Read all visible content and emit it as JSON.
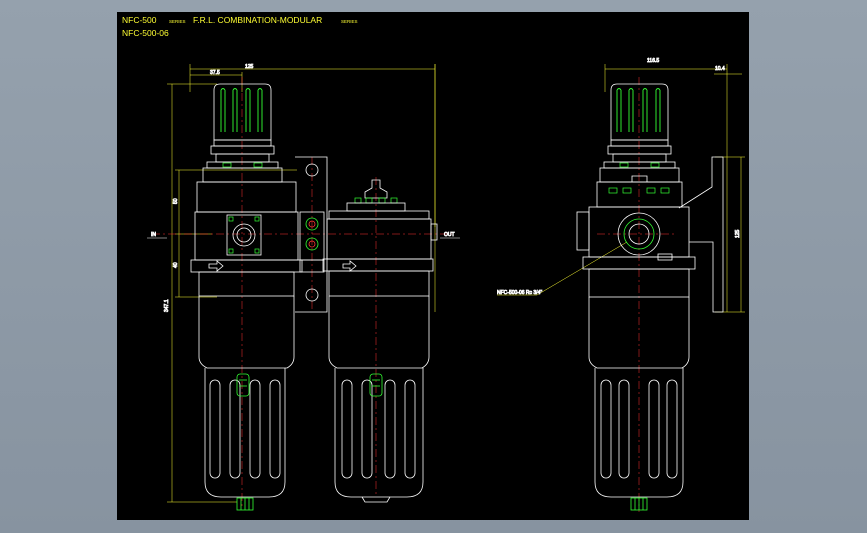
{
  "title": {
    "model": "NFC-500",
    "series_suffix": "SERIES",
    "name": "F.R.L.  COMBINATION-MODULAR",
    "series_suffix2": "SERIES",
    "part": "NFC-500-06"
  },
  "dimensions": {
    "overall_width": "125",
    "inlet_offset": "37.5",
    "side_width": "116.5",
    "side_offset": "10.4",
    "upper_height": "50",
    "lower_height": "40",
    "total_height": "347.1",
    "side_height": "125"
  },
  "labels": {
    "in": "IN",
    "out": "OUT",
    "port_callout": "NFC-500-06 Rc 3/4\""
  },
  "colors": {
    "background": "#000000",
    "outline": "#ffffff",
    "dimension": "#ffff33",
    "accent": "#33ff33",
    "centerline": "#ff3333",
    "frame": "#8e9aa6"
  }
}
